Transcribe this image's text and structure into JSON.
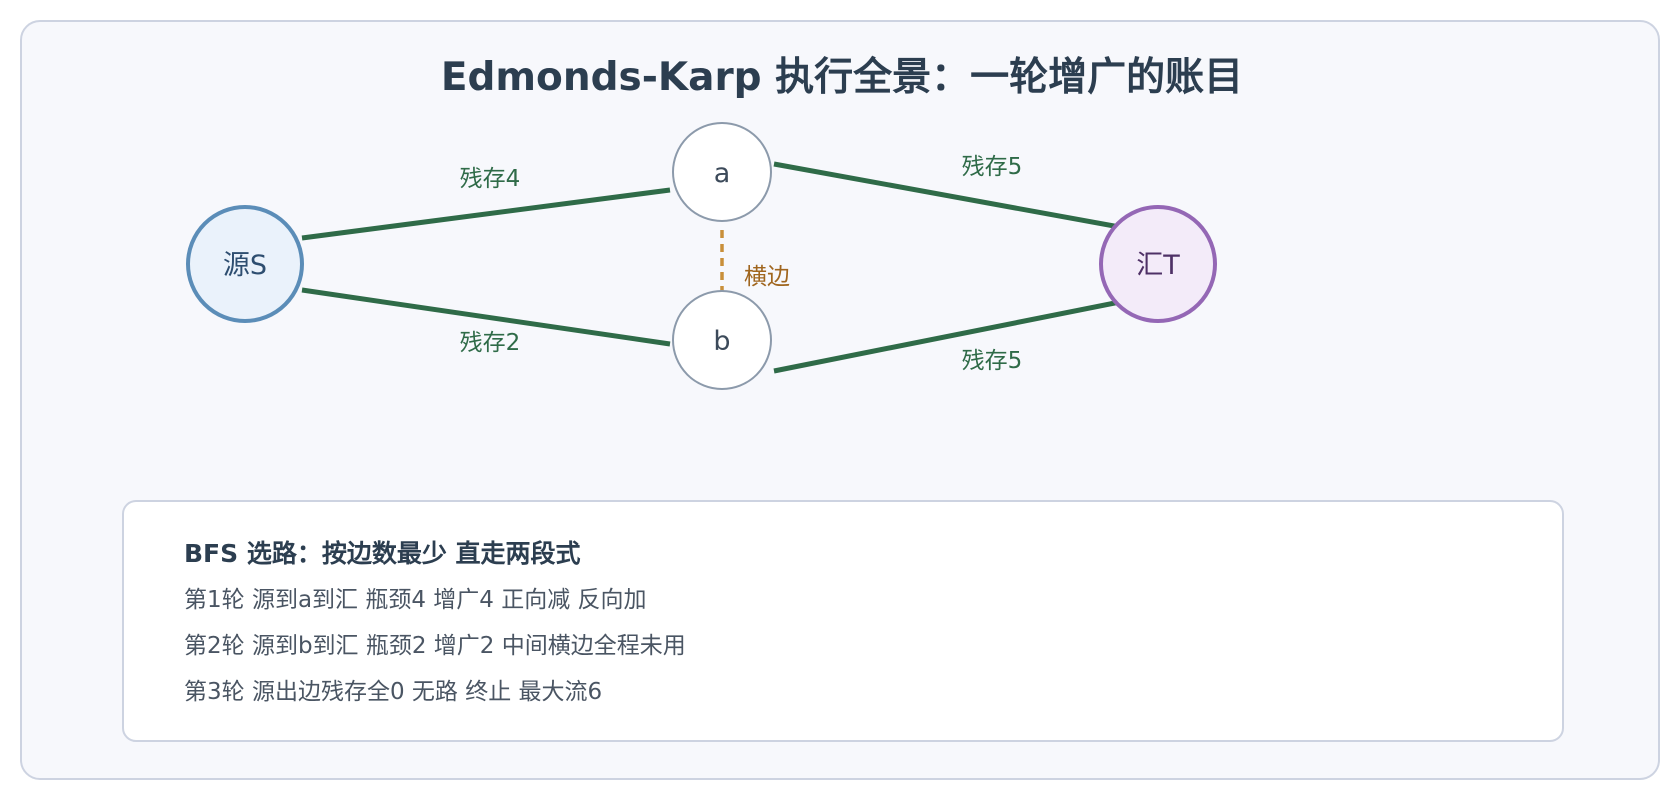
{
  "title": "Edmonds-Karp 执行全景：一轮增广的账目",
  "nodes": {
    "source": "源S",
    "a": "a",
    "b": "b",
    "sink": "汇T"
  },
  "edges": {
    "s_a": "残存4",
    "a_t": "残存5",
    "s_b": "残存2",
    "b_t": "残存5",
    "a_b": "横边"
  },
  "colors": {
    "edge": "#2f6b48",
    "cross_edge": "#c98f3a",
    "source_stroke": "#5b8db8",
    "source_fill": "#eaf2fb",
    "sink_stroke": "#9467b5",
    "sink_fill": "#f3ebf9",
    "node_stroke": "#8c9aab"
  },
  "panel": {
    "title": "BFS 选路：按边数最少 直走两段式",
    "lines": [
      "第1轮 源到a到汇 瓶颈4 增广4 正向减 反向加",
      "第2轮 源到b到汇 瓶颈2 增广2 中间横边全程未用",
      "第3轮 源出边残存全0 无路 终止 最大流6"
    ]
  }
}
